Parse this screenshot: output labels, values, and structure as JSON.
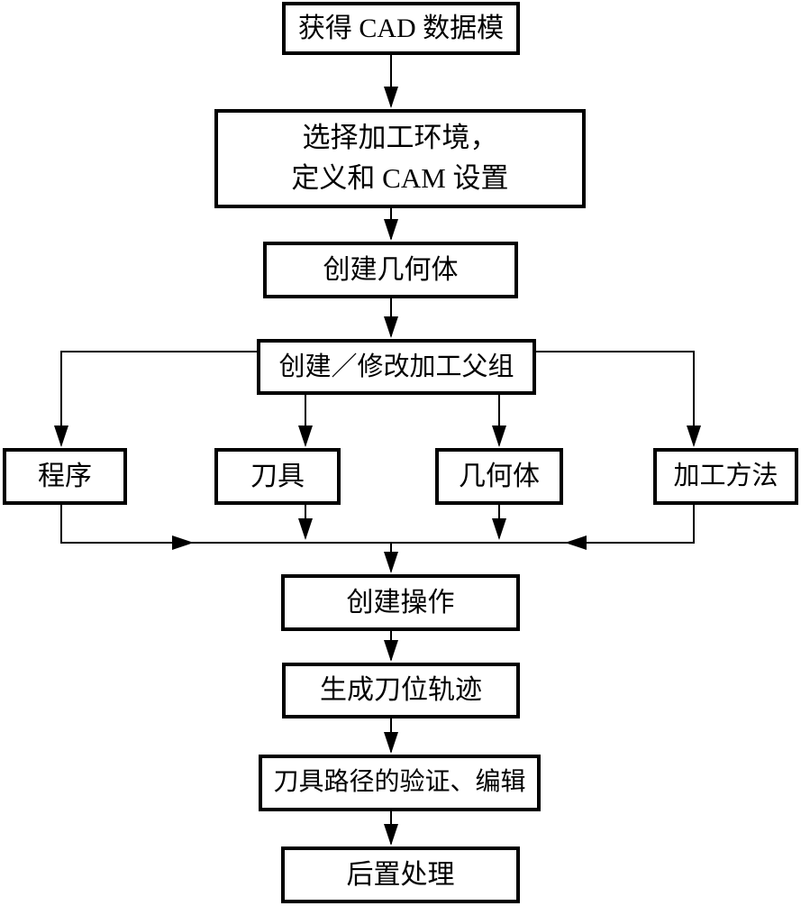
{
  "diagram": {
    "type": "flowchart",
    "language": "zh-CN",
    "colors": {
      "line": "#000000",
      "text": "#000000",
      "background": "#ffffff"
    },
    "nodes": {
      "get_cad_model": {
        "label": "获得 CAD 数据模"
      },
      "select_env": {
        "label": "选择加工环境，\n定义和 CAM 设置"
      },
      "create_geometry": {
        "label": "创建几何体"
      },
      "create_modify_parent": {
        "label": "创建／修改加工父组"
      },
      "program": {
        "label": "程序"
      },
      "tool": {
        "label": "刀具"
      },
      "geometry": {
        "label": "几何体"
      },
      "machining_method": {
        "label": "加工方法"
      },
      "create_operation": {
        "label": "创建操作"
      },
      "generate_toolpath": {
        "label": "生成刀位轨迹"
      },
      "verify_edit": {
        "label": "刀具路径的验证、编辑"
      },
      "post_process": {
        "label": "后置处理"
      }
    },
    "edges": [
      {
        "from": "get_cad_model",
        "to": "select_env"
      },
      {
        "from": "select_env",
        "to": "create_geometry"
      },
      {
        "from": "create_geometry",
        "to": "create_modify_parent"
      },
      {
        "from": "create_modify_parent",
        "to": "program"
      },
      {
        "from": "create_modify_parent",
        "to": "tool"
      },
      {
        "from": "create_modify_parent",
        "to": "geometry"
      },
      {
        "from": "create_modify_parent",
        "to": "machining_method"
      },
      {
        "from": "program",
        "to": "create_operation"
      },
      {
        "from": "tool",
        "to": "create_operation"
      },
      {
        "from": "geometry",
        "to": "create_operation"
      },
      {
        "from": "machining_method",
        "to": "create_operation"
      },
      {
        "from": "create_operation",
        "to": "generate_toolpath"
      },
      {
        "from": "generate_toolpath",
        "to": "verify_edit"
      },
      {
        "from": "verify_edit",
        "to": "post_process"
      }
    ]
  }
}
